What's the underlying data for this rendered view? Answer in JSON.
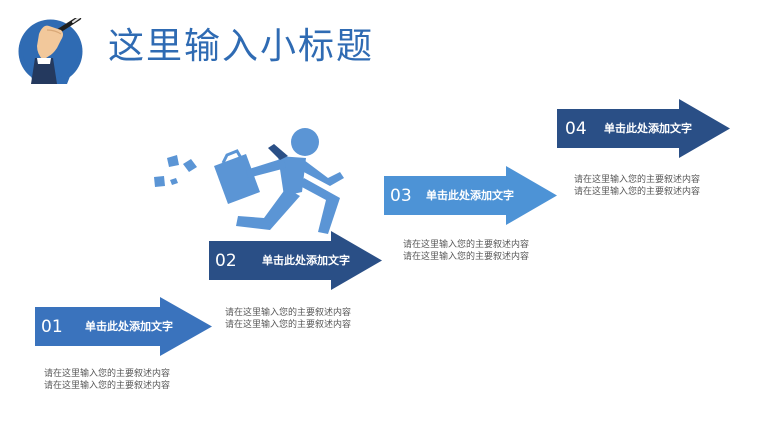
{
  "title": "这里输入小标题",
  "steps": [
    {
      "number": "01",
      "label": "单击此处添加文字",
      "desc_line1": "请在这里输入您的主要叙述内容",
      "desc_line2": "请在这里输入您的主要叙述内容",
      "color": "#3a73bd"
    },
    {
      "number": "02",
      "label": "单击此处添加文字",
      "desc_line1": "请在这里输入您的主要叙述内容",
      "desc_line2": "请在这里输入您的主要叙述内容",
      "color": "#2a4f86"
    },
    {
      "number": "03",
      "label": "单击此处添加文字",
      "desc_line1": "请在这里输入您的主要叙述内容",
      "desc_line2": "请在这里输入您的主要叙述内容",
      "color": "#4d93d6"
    },
    {
      "number": "04",
      "label": "单击此处添加文字",
      "desc_line1": "请在这里输入您的主要叙述内容",
      "desc_line2": "请在这里输入您的主要叙述内容",
      "color": "#2a4f86"
    }
  ],
  "icons": {
    "logo": "hand-with-pen-icon",
    "runner": "running-businessman-icon"
  },
  "colors": {
    "title": "#2f6bb3",
    "logo_circle": "#2f6bb3",
    "runner": "#5b95d5"
  }
}
